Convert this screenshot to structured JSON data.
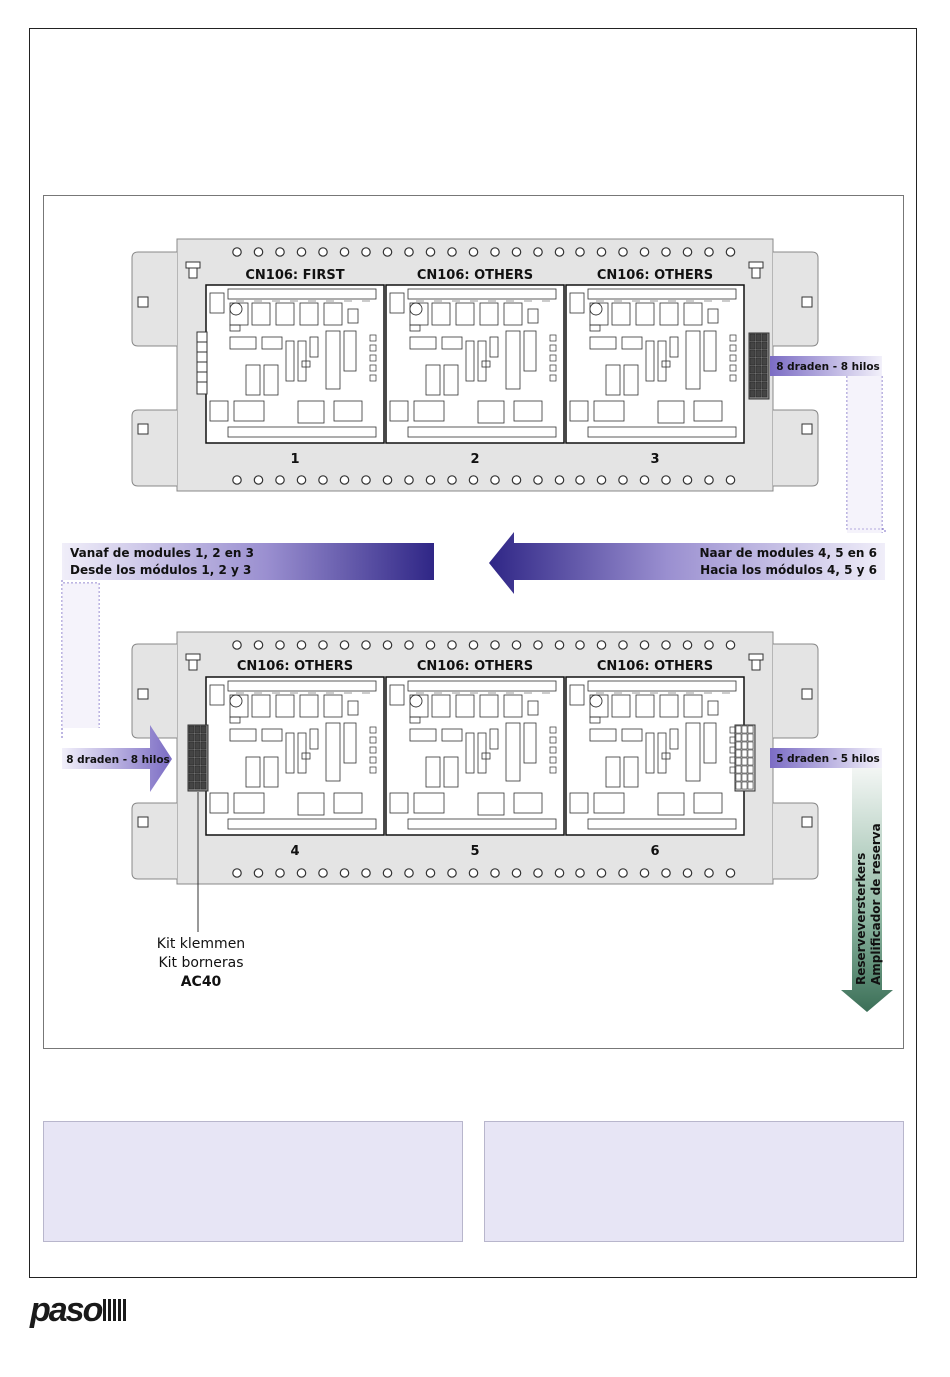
{
  "chassis_top": {
    "module_titles": [
      "CN106: FIRST",
      "CN106: OTHERS",
      "CN106: OTHERS"
    ],
    "module_numbers": [
      "1",
      "2",
      "3"
    ],
    "connector_label": "8 draden - 8 hilos"
  },
  "chassis_bottom": {
    "module_titles": [
      "CN106: OTHERS",
      "CN106: OTHERS",
      "CN106: OTHERS"
    ],
    "module_numbers": [
      "4",
      "5",
      "6"
    ],
    "connector_in_label": "8 draden - 8 hilos",
    "connector_out_label": "5 draden - 5 hilos"
  },
  "arrow_right": {
    "line1": "Vanaf de modules 1, 2 en 3",
    "line2": "Desde los módulos 1, 2 y 3"
  },
  "arrow_left": {
    "line1": "Naar de modules 4, 5 en 6",
    "line2": "Hacia los módulos 4, 5 y 6"
  },
  "kit_label": {
    "line1": "Kit klemmen",
    "line2": "Kit borneras",
    "code": "AC40"
  },
  "reserve_arrow": {
    "line1": "Reserveversterkers",
    "line2": "Amplificador de reserva"
  },
  "logo": {
    "text": "paso"
  },
  "colors": {
    "arrow_dark": "#3b2f8f",
    "arrow_light": "#ece9f7",
    "reserve_dark": "#3f7a5e",
    "chassis_fill": "#e4e4e4",
    "note_box": "#e7e5f5"
  }
}
